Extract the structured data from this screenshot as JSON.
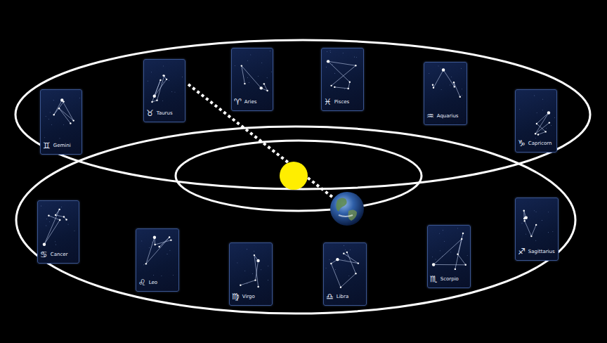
{
  "diagram": {
    "nodes": [
      {
        "text": [
          "♊",
          "Gemini"
        ]
      },
      {
        "text": [
          "♉",
          "Taurus"
        ]
      },
      {
        "text": [
          "♈",
          "Aries"
        ]
      },
      {
        "text": [
          "♓",
          "Pisces"
        ]
      },
      {
        "text": [
          "♒",
          "Aquarius"
        ]
      },
      {
        "text": [
          "♑",
          "Capricorn"
        ]
      },
      {
        "text": [
          "♋",
          "Cancer"
        ]
      },
      {
        "text": [
          "♌",
          "Leo"
        ]
      },
      {
        "text": [
          "♍",
          "Virgo"
        ]
      },
      {
        "text": [
          "♎",
          "Libra"
        ]
      },
      {
        "text": [
          "♏",
          "Scorpio"
        ]
      },
      {
        "text": [
          "♐",
          "Sagittarius"
        ]
      }
    ]
  }
}
